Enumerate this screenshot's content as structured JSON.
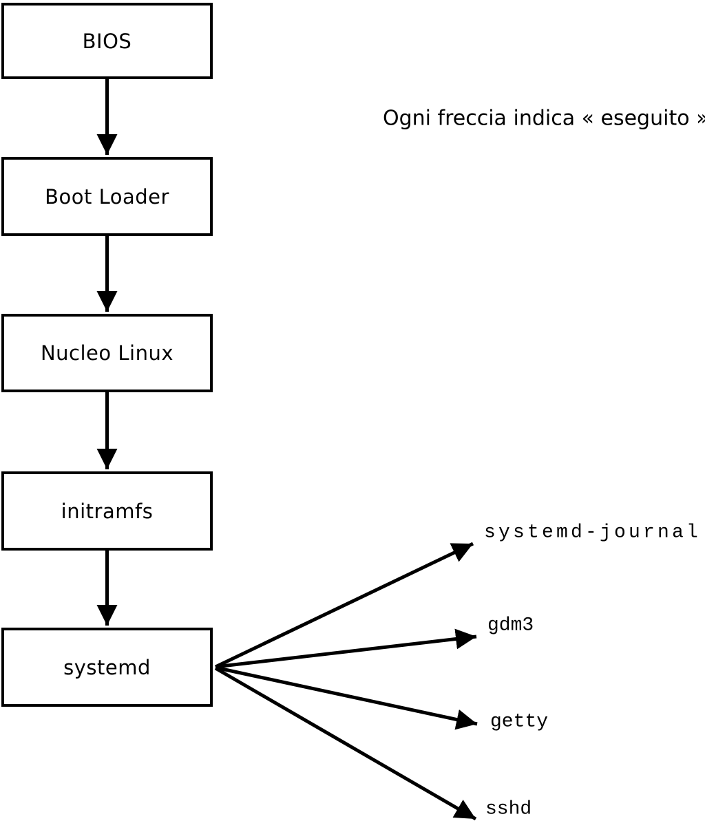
{
  "diagram": {
    "title_note": "Ogni freccia indica « eseguito ».",
    "arrow_meaning": "eseguito",
    "boot_chain": [
      {
        "label": "BIOS"
      },
      {
        "label": "Boot Loader"
      },
      {
        "label": "Nucleo Linux"
      },
      {
        "label": "initramfs"
      },
      {
        "label": "systemd"
      }
    ],
    "systemd_children": [
      {
        "label": "systemd-journal"
      },
      {
        "label": "gdm3"
      },
      {
        "label": "getty"
      },
      {
        "label": "sshd"
      }
    ],
    "edges": [
      {
        "from": "BIOS",
        "to": "Boot Loader"
      },
      {
        "from": "Boot Loader",
        "to": "Nucleo Linux"
      },
      {
        "from": "Nucleo Linux",
        "to": "initramfs"
      },
      {
        "from": "initramfs",
        "to": "systemd"
      },
      {
        "from": "systemd",
        "to": "systemd-journal"
      },
      {
        "from": "systemd",
        "to": "gdm3"
      },
      {
        "from": "systemd",
        "to": "getty"
      },
      {
        "from": "systemd",
        "to": "sshd"
      }
    ],
    "colors": {
      "foreground": "#000000",
      "background": "#ffffff",
      "box_fill": "#ffffff"
    }
  }
}
